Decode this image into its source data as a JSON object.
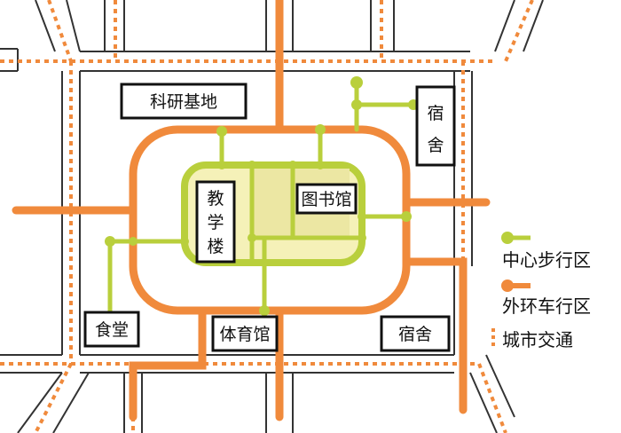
{
  "buildings": {
    "research_base": "科研基地",
    "dormitory_ne_line1": "宿",
    "dormitory_ne_line2": "舍",
    "teaching_line1": "教",
    "teaching_line2": "学",
    "teaching_line3": "楼",
    "library": "图书馆",
    "canteen": "食堂",
    "gymnasium": "体育馆",
    "dormitory_se": "宿舍"
  },
  "legend": {
    "pedestrian": "中心步行区",
    "ring_road": "外环车行区",
    "urban_traffic": "城市交通"
  },
  "colors": {
    "pedestrian": "#b9cf3c",
    "pedestrian_fill": "#f5f1b8",
    "ring_road": "#f08a3c",
    "urban_traffic": "#f08a3c",
    "block_outline": "#333333",
    "building_border": "#111111"
  }
}
